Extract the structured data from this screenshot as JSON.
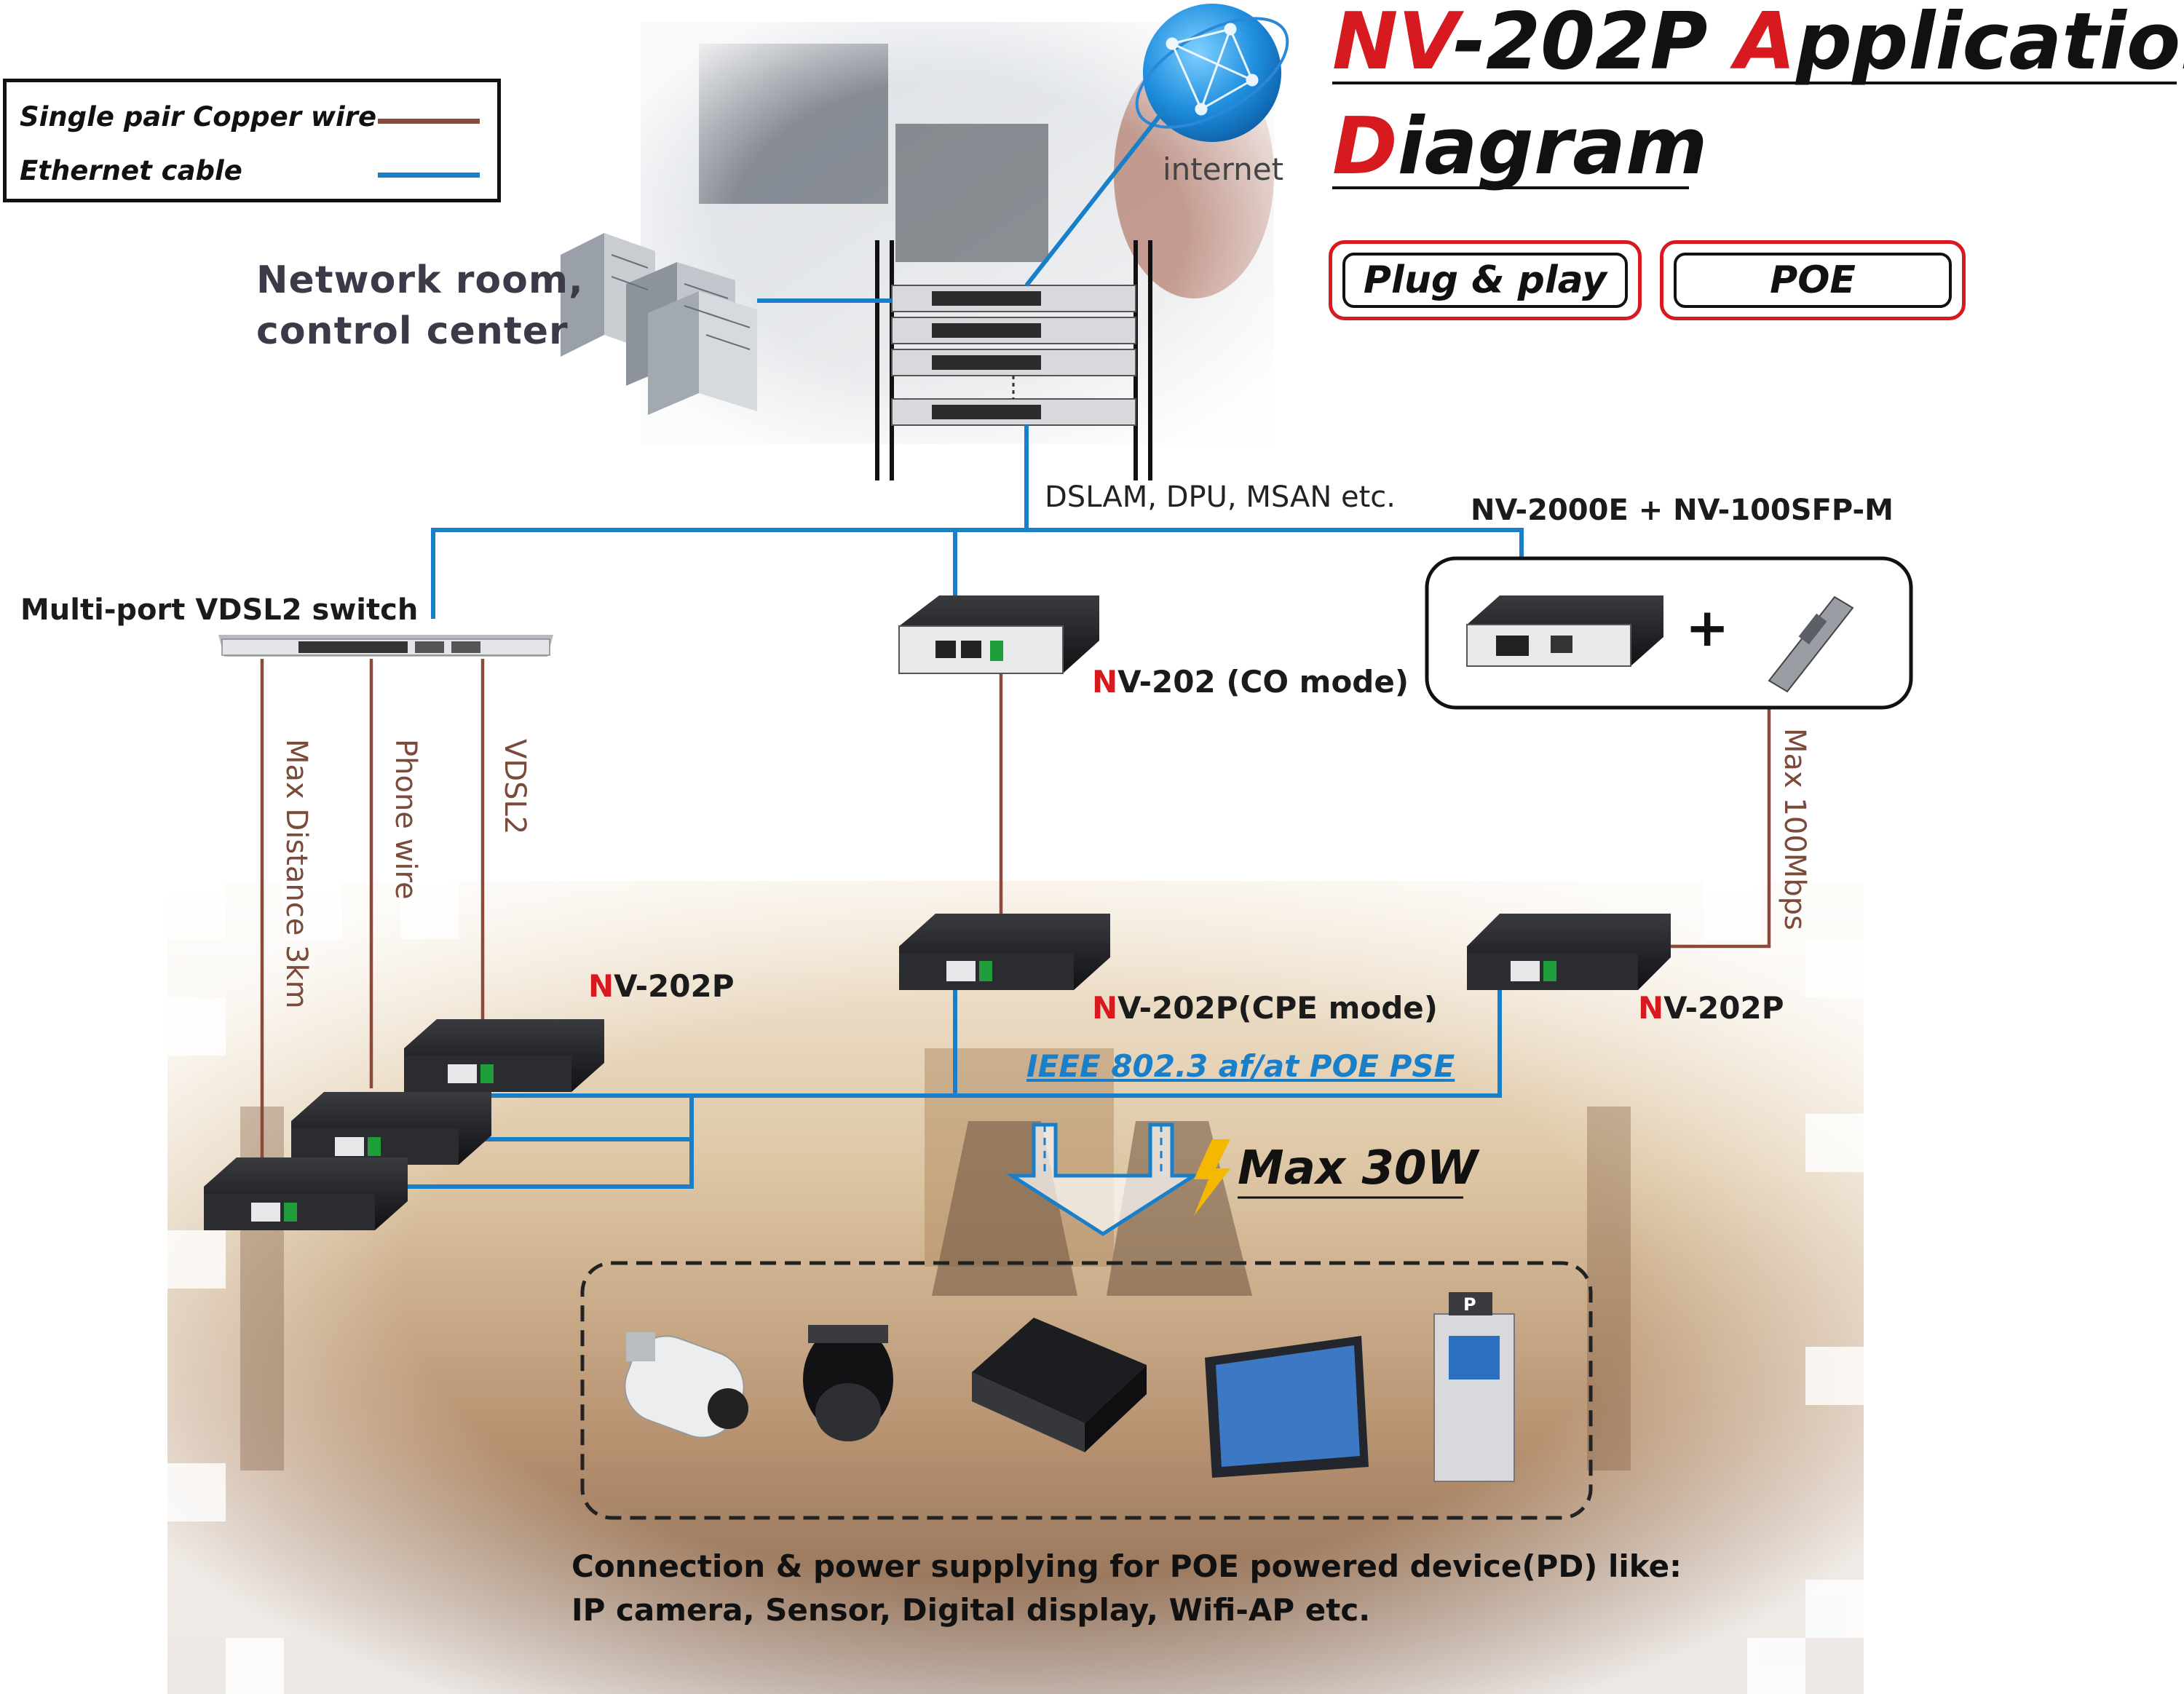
{
  "legend": {
    "copper_label": "Single pair Copper wire",
    "ethernet_label": "Ethernet cable",
    "copper_color": "#8b4a3a",
    "ethernet_color": "#1a7fc9"
  },
  "title": {
    "line1_hl1": "NV",
    "line1_mid": "-202P ",
    "line1_hl2": "A",
    "line1_rest": "pplication",
    "line2_hl": "D",
    "line2_rest": "iagram"
  },
  "badges": {
    "plug_play": "Plug & play",
    "poe": "POE"
  },
  "internet_label": "internet",
  "network_room": {
    "line1": "Network room,",
    "line2": "control center"
  },
  "dslam_label": "DSLAM, DPU, MSAN etc.",
  "nv2000e_label": "NV-2000E + NV-100SFP-M",
  "plus_sign": "+",
  "multiport_label": "Multi-port VDSL2 switch",
  "nv202_co": {
    "hl": "N",
    "rest": "V-202 (CO mode)"
  },
  "vertical_labels": {
    "max_distance": "Max Distance 3km",
    "phone_wire": "Phone wire",
    "vdsl2": "VDSL2",
    "max_100": "Max 100Mbps"
  },
  "nv202p_left": {
    "hl": "N",
    "rest": "V-202P"
  },
  "nv202p_cpe": {
    "hl": "N",
    "rest": "V-202P(CPE mode)"
  },
  "nv202p_right": {
    "hl": "N",
    "rest": "V-202P"
  },
  "ieee_label": "IEEE 802.3 af/at POE PSE",
  "max_power": "Max 30W",
  "bottom_caption": {
    "line1": "Connection & power supplying for POE powered device(PD) like:",
    "line2": "IP camera, Sensor, Digital display, Wifi-AP etc."
  },
  "colors": {
    "accent_red": "#d71920",
    "ethernet_blue": "#1a7fc9",
    "copper_brown": "#8b4a3a"
  }
}
